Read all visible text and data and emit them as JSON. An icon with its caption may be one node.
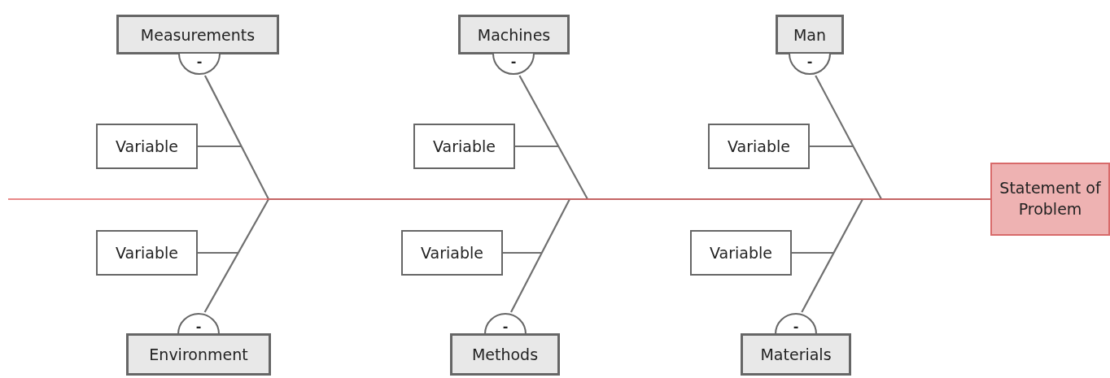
{
  "diagram": {
    "nodes": [
      {
        "text": [
          "Measurements"
        ]
      },
      {
        "text": [
          "Machines"
        ]
      },
      {
        "text": [
          "Man"
        ]
      },
      {
        "text": [
          "-"
        ]
      },
      {
        "text": [
          "-"
        ]
      },
      {
        "text": [
          "-"
        ]
      },
      {
        "text": [
          "Variable"
        ]
      },
      {
        "text": [
          "Variable"
        ]
      },
      {
        "text": [
          "Variable"
        ]
      },
      {
        "text": [
          "Statement of Problem"
        ]
      },
      {
        "text": [
          "Variable"
        ]
      },
      {
        "text": [
          "Variable"
        ]
      },
      {
        "text": [
          "Variable"
        ]
      },
      {
        "text": [
          "-"
        ]
      },
      {
        "text": [
          "-"
        ]
      },
      {
        "text": [
          "-"
        ]
      },
      {
        "text": [
          "Environment"
        ]
      },
      {
        "text": [
          "Methods"
        ]
      },
      {
        "text": [
          "Materials"
        ]
      }
    ],
    "edges": [
      {
        "from": 3,
        "to": 9,
        "arrow": "none"
      },
      {
        "from": 4,
        "to": 9,
        "arrow": "none"
      },
      {
        "from": 5,
        "to": 9,
        "arrow": "none"
      },
      {
        "from": 13,
        "to": 9,
        "arrow": "none"
      },
      {
        "from": 14,
        "to": 9,
        "arrow": "none"
      },
      {
        "from": 15,
        "to": 9,
        "arrow": "none"
      },
      {
        "from": 6,
        "to": null,
        "arrow": "none"
      },
      {
        "from": 7,
        "to": null,
        "arrow": "none"
      },
      {
        "from": 8,
        "to": null,
        "arrow": "none"
      },
      {
        "from": 10,
        "to": null,
        "arrow": "none"
      },
      {
        "from": 11,
        "to": null,
        "arrow": "none"
      },
      {
        "from": 12,
        "to": null,
        "arrow": "none"
      },
      {
        "from": null,
        "to": 9,
        "arrow": "none",
        "color": "#e06060"
      }
    ]
  }
}
